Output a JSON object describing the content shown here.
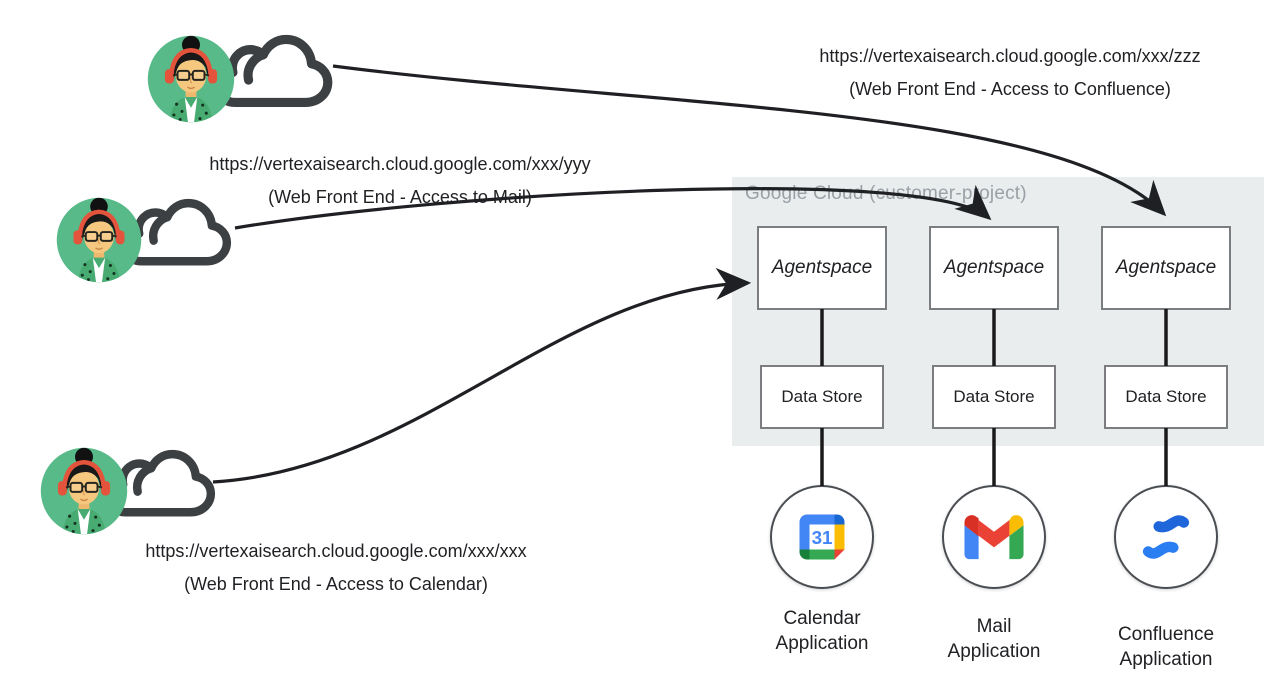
{
  "cloud_container": {
    "title": "Google Cloud (customer-project)"
  },
  "users": [
    {
      "position": "top",
      "url": "https://vertexaisearch.cloud.google.com/xxx/zzz",
      "caption": "(Web Front End - Access to Confluence)",
      "connects_to": "agentspace-confluence"
    },
    {
      "position": "middle",
      "url": "https://vertexaisearch.cloud.google.com/xxx/yyy",
      "caption": "(Web Front End - Access to Mail)",
      "connects_to": "agentspace-mail"
    },
    {
      "position": "bottom",
      "url": "https://vertexaisearch.cloud.google.com/xxx/xxx",
      "caption": "(Web Front End - Access to Calendar)",
      "connects_to": "agentspace-calendar"
    }
  ],
  "columns": [
    {
      "agent": "Agentspace",
      "datastore": "Data Store",
      "app_icon": "google-calendar-icon",
      "app_line1": "Calendar",
      "app_line2": "Application"
    },
    {
      "agent": "Agentspace",
      "datastore": "Data Store",
      "app_icon": "gmail-icon",
      "app_line1": "Mail",
      "app_line2": "Application"
    },
    {
      "agent": "Agentspace",
      "datastore": "Data Store",
      "app_icon": "confluence-icon",
      "app_line1": "Confluence",
      "app_line2": "Application"
    }
  ],
  "icons": {
    "calendar_day": "31"
  },
  "colors": {
    "container_bg": "#e9edee",
    "container_title": "#9aa0a6",
    "box_border": "#7b7d80",
    "arrow": "#1f2023",
    "avatar_bg": "#58ba88",
    "headphones_red": "#e4533b",
    "cloud_outline": "#3c4043",
    "google_blue": "#4285f4",
    "google_dark_blue": "#1967d2",
    "google_red": "#ea4335",
    "google_yellow": "#fbbc04",
    "google_green": "#34a853",
    "google_dark_green": "#188038",
    "confluence_blue": "#2374ea"
  }
}
